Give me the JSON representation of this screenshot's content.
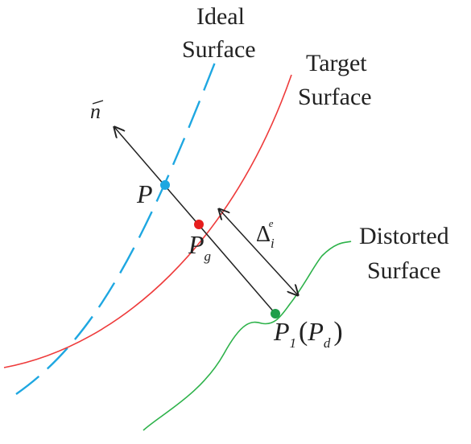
{
  "labels": {
    "ideal_line1": "Ideal",
    "ideal_line2": "Surface",
    "target_line1": "Target",
    "target_line2": "Surface",
    "distorted_line1": "Distorted",
    "distorted_line2": "Surface",
    "normal": "n",
    "p": "P",
    "pg_main": "P",
    "pg_sub": "g",
    "delta_main": "Δ",
    "delta_sub": "i",
    "delta_sup": "e",
    "p1_main": "P",
    "p1_sub": "1",
    "p1_open": "(",
    "pd_main": "P",
    "pd_sub": "d",
    "p1_close": ")"
  },
  "colors": {
    "ideal": "#1ea7e1",
    "target": "#ee3b3b",
    "distorted": "#2db24a",
    "p_point": "#1ea7e1",
    "pg_point": "#e61e1e",
    "p1_point": "#1f9e4a",
    "ink": "#222222"
  }
}
